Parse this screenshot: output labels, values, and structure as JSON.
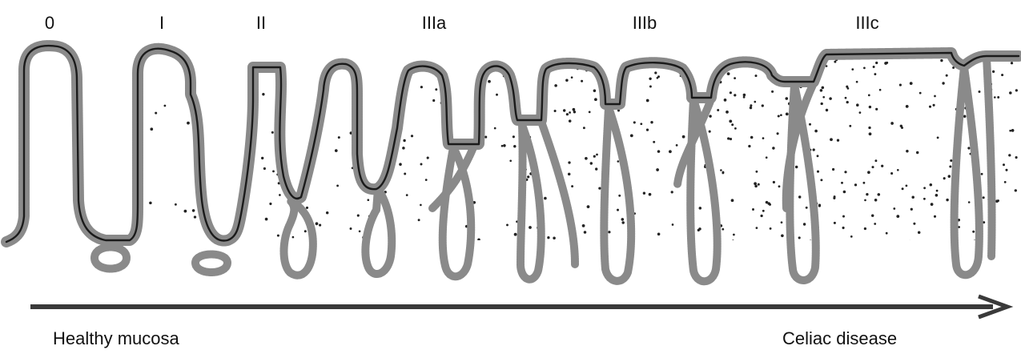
{
  "stages": [
    {
      "label": "0"
    },
    {
      "label": "I"
    },
    {
      "label": "II"
    },
    {
      "label": "IIIa"
    },
    {
      "label": "IIIb"
    },
    {
      "label": "IIIc"
    }
  ],
  "arrow": {
    "start_label": "Healthy mucosa",
    "end_label": "Celiac disease"
  },
  "colors": {
    "epithelium": "#8a8a8a",
    "outline": "#1a1a1a",
    "dots": "#222222",
    "arrow": "#3a3a3a"
  }
}
